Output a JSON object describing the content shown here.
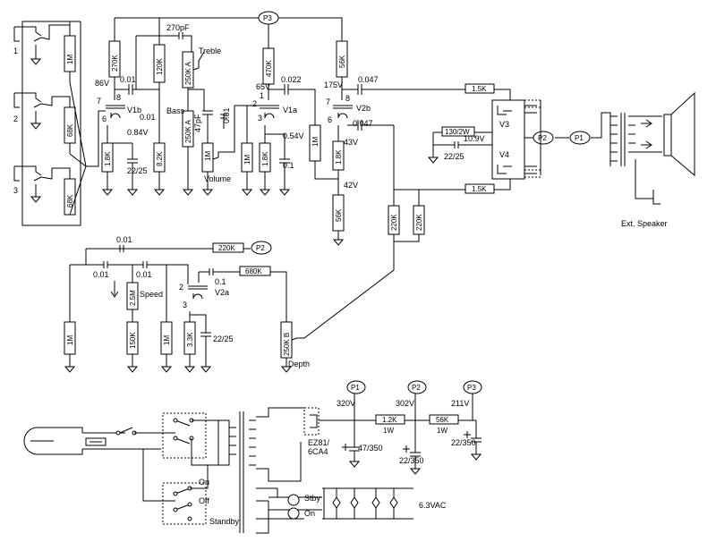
{
  "inputs": {
    "in1": "1",
    "in2": "2",
    "in3": "3"
  },
  "resistors": {
    "r1": "1M",
    "r68a": "68K",
    "r68b": "68K",
    "r270": "270K",
    "r120": "120K",
    "r470": "470K",
    "r56": "56K",
    "r1_8a": "1.8K",
    "r8_2": "8.2K",
    "r1mv1a": "1M",
    "r1_8b": "1.8K",
    "r1mv2": "1M",
    "r1_8c": "1.8K",
    "r56tail": "56K",
    "r1_5a": "1.5K",
    "r1_5b": "1.5K",
    "r130": "130/2W",
    "r220a": "220K",
    "r220b": "220K",
    "r220t": "220K",
    "r680": "680K",
    "r1mt1": "1M",
    "r150": "150K",
    "r1mt2": "1M",
    "r3_3": "3.3K",
    "r1_2": "1.2K",
    "r1_2w": "1W",
    "r56k": "56K",
    "r56w": "1W"
  },
  "pots": {
    "treble": "250K A",
    "bass": "250K A",
    "volume": "1M",
    "speed": "2.5M",
    "depth": "250K B"
  },
  "pot_labels": {
    "treble": "Treble",
    "bass": "Bass",
    "volume": "Volume",
    "speed": "Speed",
    "depth": "Depth"
  },
  "caps": {
    "c270": "270pF",
    "c01a": "0.01",
    "c01b": "0.01",
    "c47p": "47pF",
    "c01c": "0.01",
    "c022": "0.022",
    "c047a": "0.047",
    "c047b": "0.047",
    "c01d": "0.1",
    "c22_25a": "22/25",
    "c22_25b": "22/25",
    "ct1": "0.01",
    "ct2": "0.01",
    "ct3": "0.01",
    "ct4": "0.1",
    "ct5": "22/25",
    "ps1": "47/350",
    "ps2": "22/350",
    "ps3": "22/350"
  },
  "voltages": {
    "v86": "86V",
    "v084": "0.84V",
    "v65": "65V",
    "v054": "0.54V",
    "v175": "175V",
    "v43": "43V",
    "v42": "42V",
    "v109": "10.9V",
    "v320": "320V",
    "v302": "302V",
    "v211": "211V"
  },
  "tubes": {
    "v1b": "V1b",
    "v1a": "V1a",
    "v2b": "V2b",
    "v2a": "V2a",
    "v3": "V3",
    "v4": "V4",
    "rect1": "EZ81/",
    "rect2": "6CA4"
  },
  "pins": {
    "p7a": "7",
    "p8a": "8",
    "p6a": "6",
    "p1a": "1",
    "p2a": "2",
    "p3a": "3",
    "p7b": "7",
    "p8b": "8",
    "p6b": "6",
    "p2b": "2",
    "p3b": "3"
  },
  "nodes": {
    "p3top": "P3",
    "p2a": "P2",
    "p1a": "P1",
    "p2t": "P2",
    "p1b": "P1",
    "p2b": "P2",
    "p3b": "P3"
  },
  "labels": {
    "ext": "Ext. Speaker",
    "stby": "Stby",
    "on": "On",
    "on2": "On",
    "off": "Off",
    "standby": "Standby",
    "vac": "6.3VAC"
  }
}
